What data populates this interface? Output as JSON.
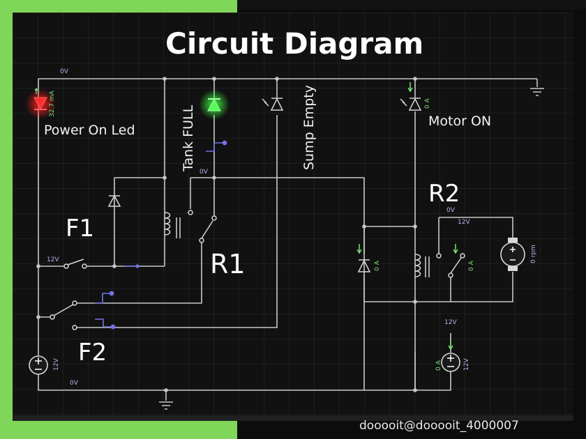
{
  "title": "Circuit Diagram",
  "labels": {
    "power_on_led": "Power On Led",
    "tank_full": "Tank FULL",
    "sump_empty": "Sump Empty",
    "motor_on": "Motor ON",
    "f1": "F1",
    "f2": "F2",
    "r1": "R1",
    "r2": "R2"
  },
  "readouts": {
    "top_rail": "0V",
    "tank_node": "0V",
    "f1_node": "12V",
    "left_source": "12V",
    "bottom_rail": "0V",
    "r2_common": "0V",
    "r2_contact": "12V",
    "motor_supply": "12V",
    "right_source_volt": "12V",
    "right_source_amp": "0 A",
    "led_current": "32.7 mA",
    "motor_led_current": "0 A",
    "flyback_current": "0 A",
    "r2_switch_current": "0 A",
    "motor_speed": "0 rpm"
  },
  "watermark": "dooooit@dooooit_4000007",
  "colors": {
    "frame": "#7fd659",
    "wire": "#c8c8c8",
    "led_on_red": "#ff2a2a",
    "led_on_green": "#3cff3c",
    "logic_probe": "#7373e6",
    "current_green": "#7be07b"
  }
}
